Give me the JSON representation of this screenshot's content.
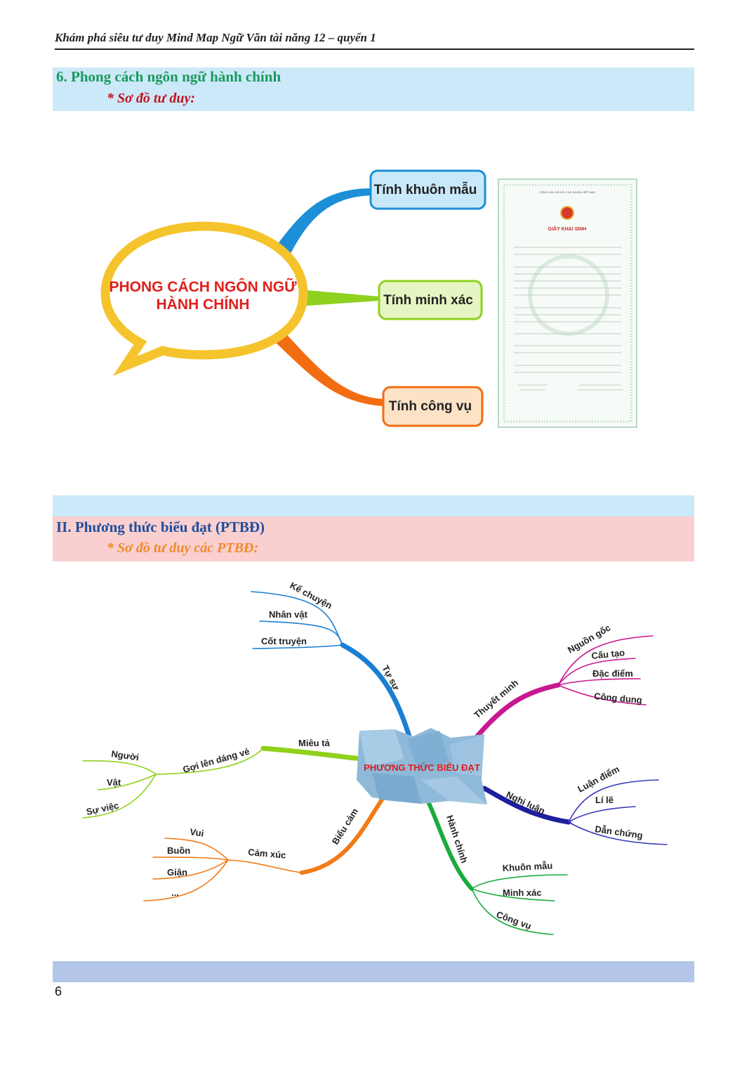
{
  "running_header": "Khám phá siêu tư duy Mind Map Ngữ Văn tài năng 12 – quyển 1",
  "section6": {
    "heading": "6. Phong cách ngôn ngữ hành chính",
    "subheading": "* Sơ đồ tư duy:",
    "mindmap": {
      "center_line1": "PHONG CÁCH NGÔN NGỮ",
      "center_line2": "HÀNH CHÍNH",
      "branches": [
        "Tính khuôn mẫu",
        "Tính minh xác",
        "Tính công vụ"
      ],
      "colors": {
        "bubble": "#f5c42c",
        "center_text": "#e0201c",
        "b1": "#1d8fd6",
        "b2": "#8ed11f",
        "b3": "#f26d12"
      }
    },
    "document": {
      "top_line": "CỘNG HOÀ XÃ HỘI CHỦ NGHĨA VIỆT NAM",
      "title": "GIẤY KHAI SINH"
    }
  },
  "section2": {
    "heading": "II. Phương thức biểu đạt (PTBĐ)",
    "subheading": "* Sơ đồ tư duy các PTBĐ:",
    "mindmap": {
      "center": "PHƯƠNG THỨC BIỂU ĐẠT",
      "tu_su": {
        "label": "Tự sự",
        "children": [
          "Kể chuyện",
          "Nhân vật",
          "Cốt truyện"
        ]
      },
      "thuyet_minh": {
        "label": "Thuyết minh",
        "children": [
          "Nguồn gốc",
          "Cấu tạo",
          "Đặc điểm",
          "Công dụng"
        ]
      },
      "mieu_ta": {
        "label": "Miêu tả",
        "sub": "Gợi lên dáng vẻ",
        "children": [
          "Người",
          "Vật",
          "Sự việc"
        ]
      },
      "nghi_luan": {
        "label": "Nghị luận",
        "children": [
          "Luận điểm",
          "Lí lẽ",
          "Dẫn chứng"
        ]
      },
      "bieu_cam": {
        "label": "Biểu cảm",
        "sub": "Cảm xúc",
        "children": [
          "Vui",
          "Buồn",
          "Giận",
          "..."
        ]
      },
      "hanh_chinh": {
        "label": "Hành chính",
        "children": [
          "Khuôn mẫu",
          "Minh xác",
          "Công vụ"
        ]
      }
    }
  },
  "page_number": "6"
}
